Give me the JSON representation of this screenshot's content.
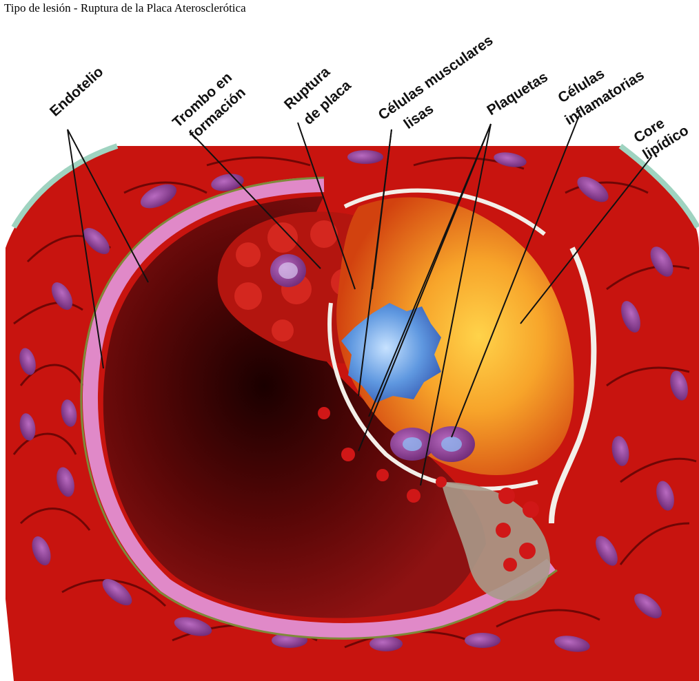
{
  "caption": "Tipo de lesión - Ruptura de la Placa Aterosclerótica",
  "labels": {
    "endotelio": "Endotelio",
    "trombo_1": "Trombo en",
    "trombo_2": "formación",
    "ruptura_1": "Ruptura",
    "ruptura_2": "de placa",
    "celulas_musc_1": "Células musculares",
    "celulas_musc_2": "lisas",
    "plaquetas": "Plaquetas",
    "celulas_inf_1": "Células",
    "celulas_inf_2": "inflamatorias",
    "core_1": "Core",
    "core_2": "lipídico"
  },
  "colors": {
    "tissue": "#c8140f",
    "tissue_dark": "#7a0606",
    "lumen": "#4a0404",
    "nucleus": "#8a3a8e",
    "core": "#f4a521",
    "inflammatory_cell": "#6aa6e6",
    "adventitia": "#9fd3c0"
  }
}
